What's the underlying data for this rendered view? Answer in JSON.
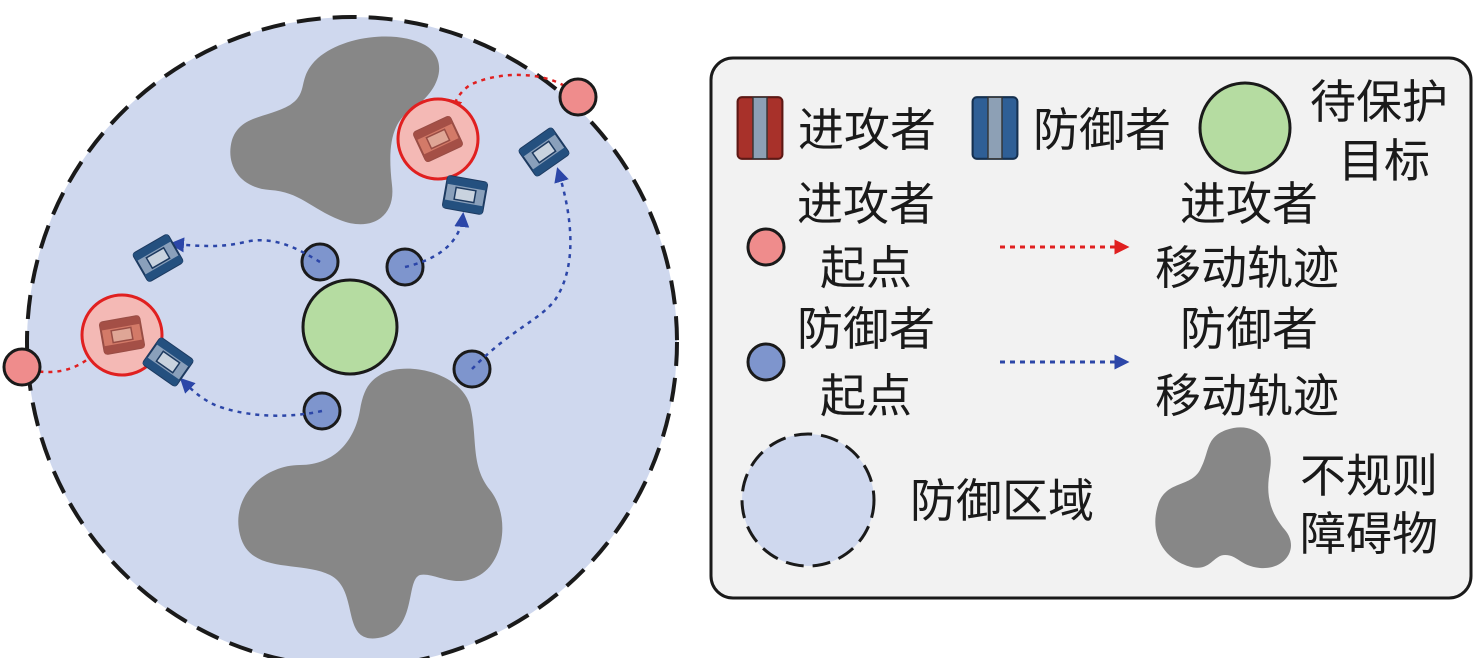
{
  "colors": {
    "defense_zone": "#cfd8ee",
    "obstacle": "#878787",
    "target": "#b5dca1",
    "attacker_start": "#ef8c8c",
    "defender_start": "#7e95cd",
    "attacker_path": "#e02020",
    "defender_path": "#2c46a8",
    "legend_bg": "#f2f2f2",
    "attacker_robot": "#a8312a",
    "defender_robot": "#2f5f96"
  },
  "icons": {
    "attacker": "red-tracked-robot-icon",
    "defender": "blue-tracked-robot-icon",
    "target": "green-circle-icon",
    "obstacle": "gray-blob-icon"
  },
  "legend": {
    "attacker": "进攻者",
    "defender": "防御者",
    "target_line1": "待保护",
    "target_line2": "目标",
    "attacker_start_line1": "进攻者",
    "attacker_start_line2": "起点",
    "attacker_path_line1": "进攻者",
    "attacker_path_line2": "移动轨迹",
    "defender_start_line1": "防御者",
    "defender_start_line2": "起点",
    "defender_path_line1": "防御者",
    "defender_path_line2": "移动轨迹",
    "defense_zone": "防御区域",
    "obstacle_line1": "不规则",
    "obstacle_line2": "障碍物"
  }
}
